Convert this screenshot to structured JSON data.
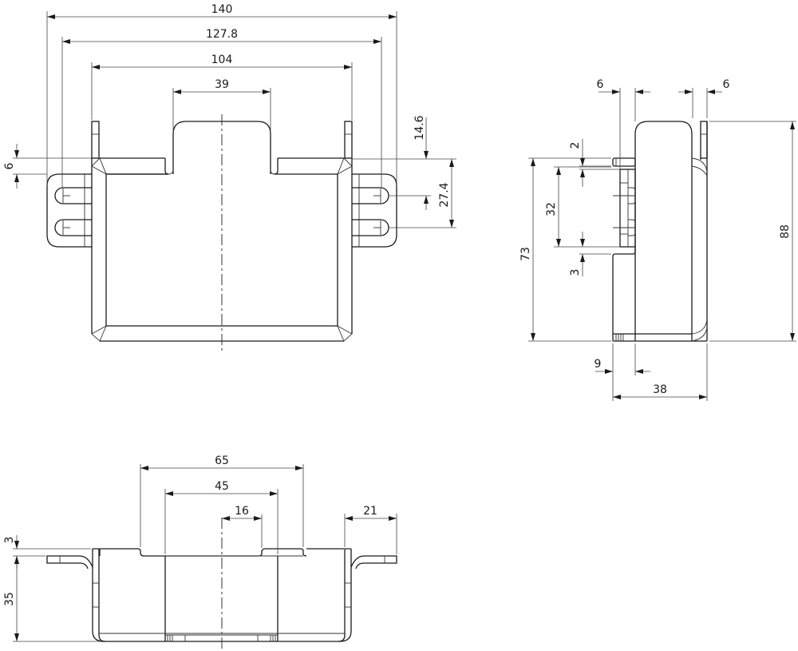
{
  "drawing": {
    "front_view": {
      "dimensions": {
        "overall_width": "140",
        "mounting_hole_span": "127.8",
        "body_width": "104",
        "top_boss_width": "39",
        "flange_offset": "6",
        "first_hole_from_top": "14.6",
        "second_hole_from_top": "27.4"
      }
    },
    "side_view": {
      "dimensions": {
        "left_flange_thickness": "6",
        "right_flange_thickness": "6",
        "terminal_gap": "2",
        "terminal_span": "32",
        "terminal_lower_gap": "3",
        "body_height": "73",
        "overall_height": "88",
        "terminal_offset": "9",
        "body_depth": "38"
      }
    },
    "bottom_view": {
      "dimensions": {
        "outer_recess_width": "65",
        "inner_recess_width": "45",
        "half_slot_width": "16",
        "tab_length": "21",
        "flange_thickness": "3",
        "body_depth": "35"
      }
    }
  }
}
